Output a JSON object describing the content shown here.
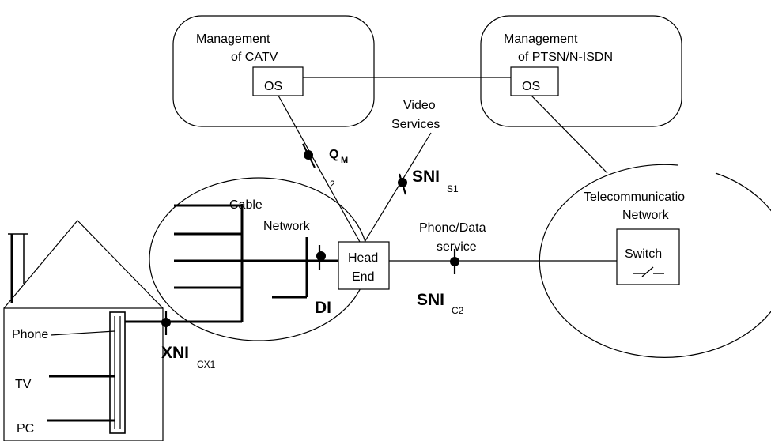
{
  "mgmt_catv": {
    "line1": "Management",
    "line2": "of CATV",
    "os": "OS"
  },
  "mgmt_ptsn": {
    "line1": "Management",
    "line2": "of PTSN/N-ISDN",
    "os": "OS"
  },
  "video_services": {
    "line1": "Video",
    "line2": "Services"
  },
  "qm": {
    "main": "Q",
    "sub": "M",
    "extra": "2"
  },
  "sni_s1": {
    "main": "SNI",
    "sub": "S1"
  },
  "sni_c2": {
    "main": "SNI",
    "sub": "C2"
  },
  "xni_cx1": {
    "main": "XNI",
    "sub": "CX1"
  },
  "cable_network": {
    "line1": "Cable",
    "line2": "Network"
  },
  "head_end": {
    "line1": "Head",
    "line2": "End"
  },
  "phone_data": {
    "line1": "Phone/Data",
    "line2": "service"
  },
  "telecom": {
    "line1": "Telecommunicatio",
    "line2": "Network"
  },
  "switch_label": "Switch",
  "di_label": "DI",
  "home_devices": {
    "phone": "Phone",
    "tv": "TV",
    "pc": "PC"
  }
}
